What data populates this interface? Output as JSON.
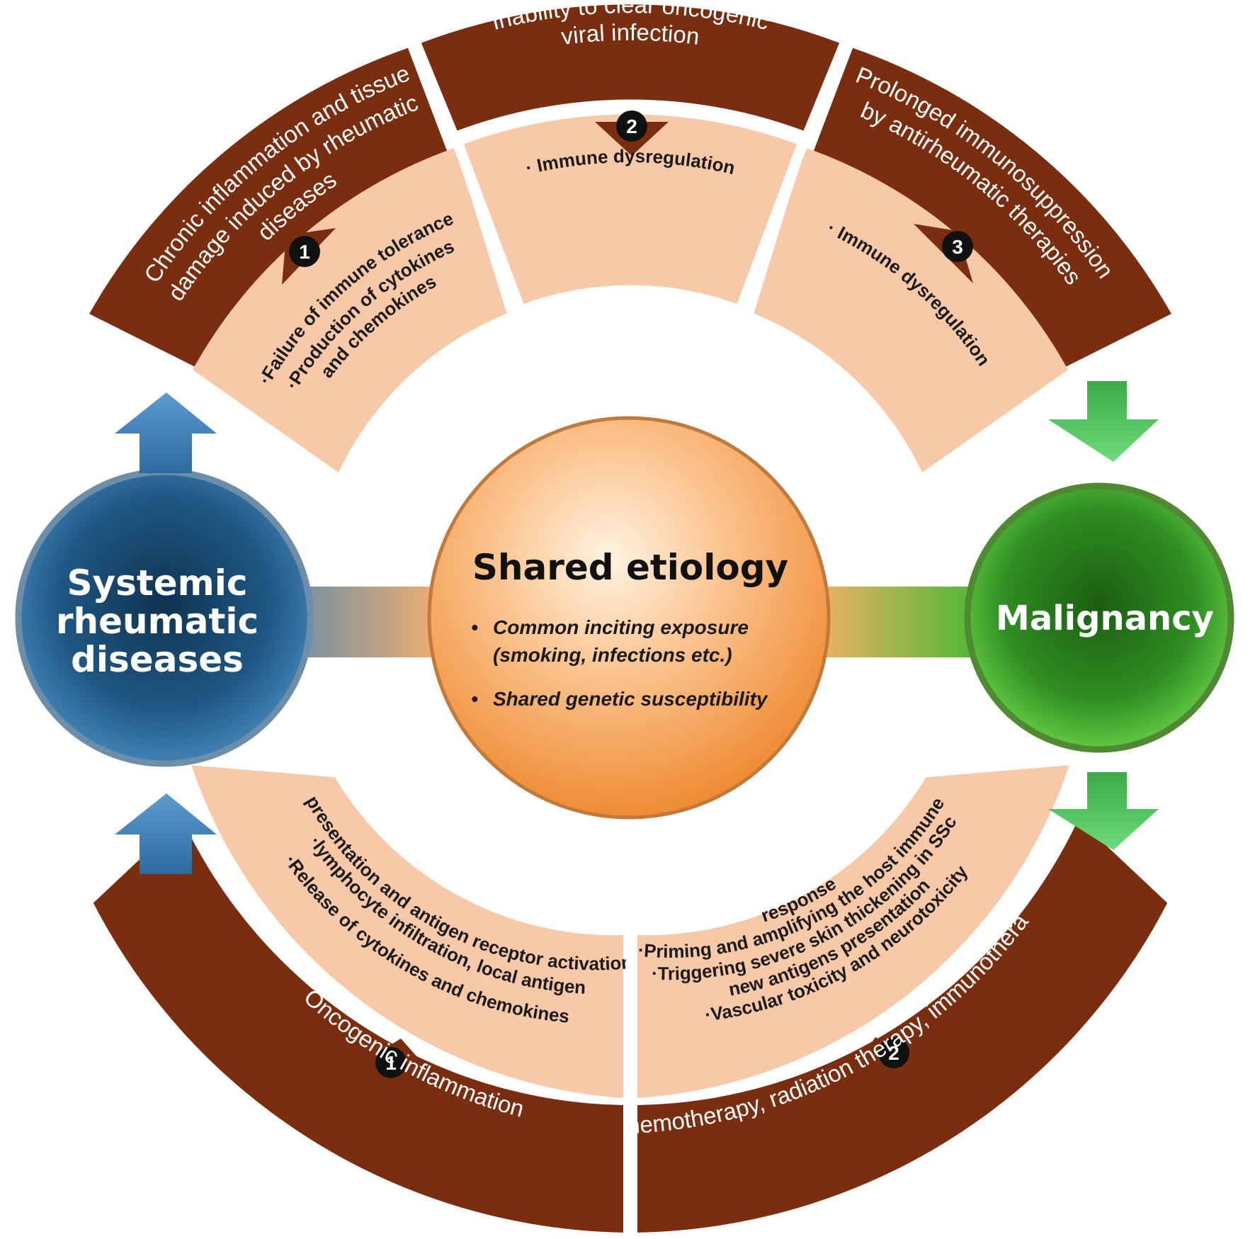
{
  "center": {
    "title": "Shared etiology",
    "bullet": "•",
    "items": [
      "Common inciting exposure",
      "(smoking, infections etc.)",
      "Shared genetic susceptibility"
    ]
  },
  "left_node": {
    "lines": [
      "Systemic",
      "rheumatic",
      "diseases"
    ]
  },
  "right_node": {
    "label": "Malignancy"
  },
  "top": {
    "left": {
      "band_lines": [
        "Chronic inflammation and tissue",
        "damage induced by rheumatic",
        "diseases"
      ],
      "number": "1",
      "inner_lines": [
        "·Failure of immune tolerance",
        "·Production of cytokines",
        "and chemokines"
      ]
    },
    "middle": {
      "band_lines": [
        "Inability to clear oncogenic",
        "viral infection"
      ],
      "number": "2",
      "inner_lines": [
        "· Immune dysregulation"
      ]
    },
    "right": {
      "band_lines": [
        "Prolonged immunosuppression",
        "by antirheumatic therapies"
      ],
      "number": "3",
      "inner_lines": [
        "· Immune dysregulation"
      ]
    }
  },
  "bottom": {
    "left": {
      "band_text": "Oncogenic inflammation",
      "number": "1",
      "inner_lines": [
        "·Release of cytokines and chemokines",
        "·lymphocyte infiltration, local antigen",
        "presentation and antigen receptor activation"
      ]
    },
    "right": {
      "band_text": "Chemotherapy, radiation therapy, immunotherapy",
      "number": "2",
      "inner_lines": [
        "·Vascular toxicity and neurotoxicity",
        "new antigens presentation",
        "·Triggering severe skin thickening in SSc",
        "·Priming and amplifying the host immune",
        "response"
      ]
    }
  },
  "colors": {
    "band": "#7a2e0f",
    "inner": "#f8c9a8",
    "left_node": "#2f6c9c",
    "right_node": "#3ca52c",
    "center": "#f7a453",
    "arrow_blue": "#3f7fb0",
    "arrow_green": "#48c45c"
  },
  "icons": {
    "left_arrows": "up-arrow-icon",
    "right_arrows": "down-arrow-icon"
  }
}
